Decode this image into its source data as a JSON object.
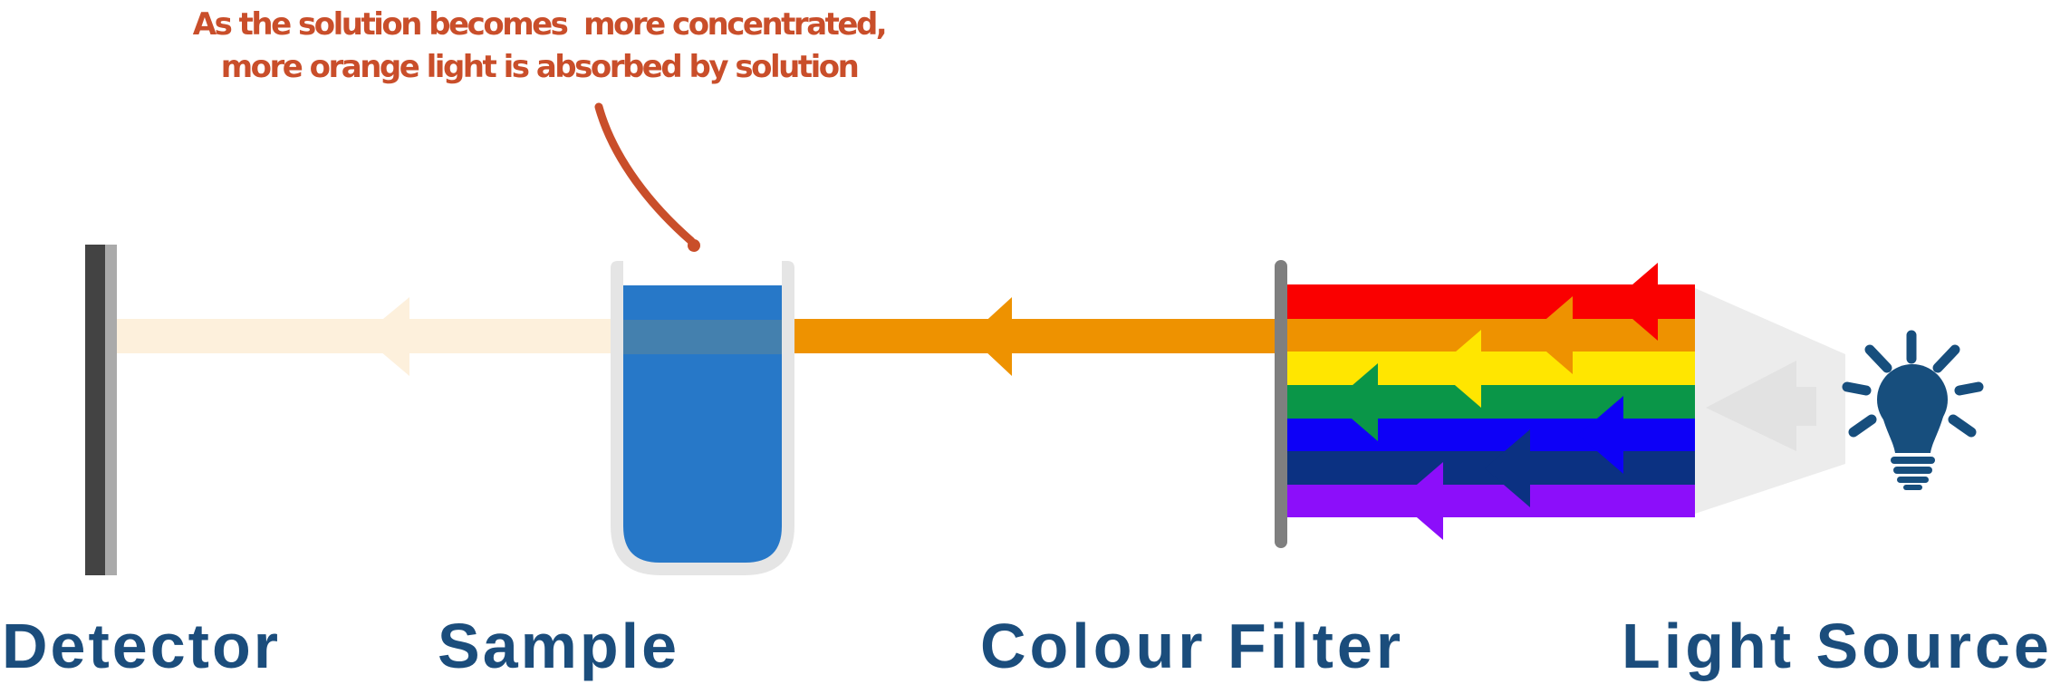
{
  "diagram": {
    "title_context": "colorimetry light absorption diagram",
    "annotation": {
      "line1": "As the solution becomes  more concentrated,",
      "line2": "more orange light is absorbed by solution",
      "color": "#c94e2a"
    },
    "labels": {
      "detector": "Detector",
      "sample": "Sample",
      "colour_filter": "Colour Filter",
      "light_source": "Light Source",
      "text_color": "#1b4d7c"
    },
    "colors": {
      "detector_dark": "#434343",
      "detector_light": "#aaaaaa",
      "beam_transmitted": "#fdf0dc",
      "tube_glass": "#e5e5e5",
      "tube_inner": "#ffffff",
      "solution_blue": "#2778c8",
      "solution_beam_band": "#4480ae",
      "beam_orange": "#ee9200",
      "filter_gray": "#7f7f7f",
      "spectrum_red": "#fa0000",
      "spectrum_orange": "#ee9200",
      "spectrum_yellow": "#ffe600",
      "spectrum_green": "#0a9648",
      "spectrum_blue": "#0d00f7",
      "spectrum_navy": "#0b3182",
      "spectrum_violet": "#8c0efa",
      "light_cone": "#ececec",
      "light_cone_arrow": "#e2e2e2",
      "bulb_navy": "#174e7d"
    }
  }
}
